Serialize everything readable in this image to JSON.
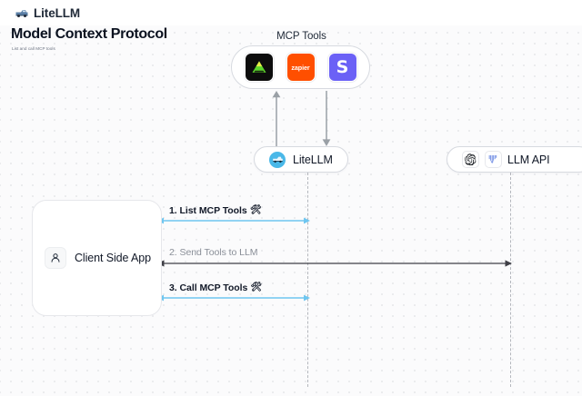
{
  "brand": {
    "label": "LiteLLM",
    "icon": "litellm-truck-logo"
  },
  "page": {
    "title": "Model Context Protocol",
    "subtitle": "List and call MCP tools"
  },
  "mcp_tools": {
    "title": "MCP Tools",
    "items": [
      {
        "name": "tool-icon-dark-triangle",
        "label": "",
        "color": "#0d0d0d"
      },
      {
        "name": "tool-icon-zapier",
        "label": "zapier",
        "color": "#ff4f00"
      },
      {
        "name": "tool-icon-slack-s",
        "label": "S",
        "color": "#6b61f6"
      }
    ]
  },
  "nodes": {
    "litellm": {
      "label": "LiteLLM",
      "icon": "litellm-avatar-icon"
    },
    "llm_api": {
      "label": "LLM API",
      "icons": [
        "openai-icon",
        "gemini-icon"
      ]
    },
    "client": {
      "label": "Client Side App",
      "icon": "person-icon"
    }
  },
  "messages": [
    {
      "id": "msg-1",
      "label": "1. List MCP Tools",
      "glyph": "🛠",
      "tone": "dark",
      "color": "#6ec6f0"
    },
    {
      "id": "msg-2",
      "label": "2. Send Tools to LLM",
      "glyph": "",
      "tone": "gray",
      "color": "#3f3f46"
    },
    {
      "id": "msg-3",
      "label": "3. Call MCP Tools",
      "glyph": "🛠",
      "tone": "dark",
      "color": "#6ec6f0"
    }
  ],
  "colors": {
    "accent_blue": "#6ec6f0",
    "dark_arrow": "#3f3f46",
    "lifeline": "#b4b7bd",
    "canvas": "#fbfbfc"
  }
}
